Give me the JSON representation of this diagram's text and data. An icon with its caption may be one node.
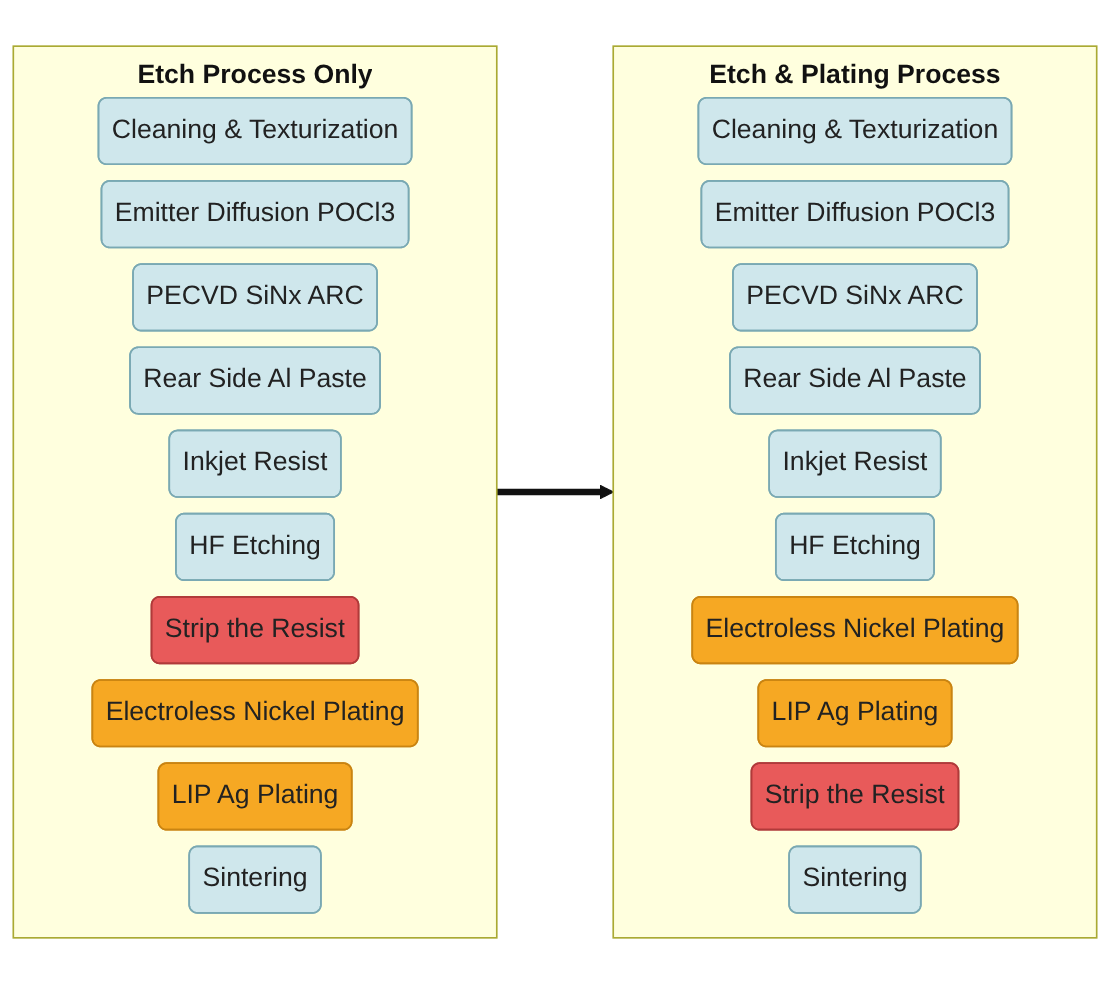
{
  "diagram": {
    "nodes": [
      {
        "text": [
          "Etch Process Only"
        ]
      },
      {
        "text": [
          "Cleaning & Texturization"
        ],
        "in": 0
      },
      {
        "text": [
          "Emitter Diffusion POCl3"
        ],
        "in": 0
      },
      {
        "text": [
          "PECVD SiNx ARC"
        ],
        "in": 0
      },
      {
        "text": [
          "Rear Side Al Paste"
        ],
        "in": 0
      },
      {
        "text": [
          "Inkjet Resist"
        ],
        "in": 0
      },
      {
        "text": [
          "HF Etching"
        ],
        "in": 0
      },
      {
        "text": [
          "Strip the Resist"
        ],
        "in": 0
      },
      {
        "text": [
          "Electroless Nickel Plating"
        ],
        "in": 0
      },
      {
        "text": [
          "LIP Ag Plating"
        ],
        "in": 0
      },
      {
        "text": [
          "Sintering"
        ],
        "in": 0
      },
      {
        "text": [
          "Etch & Plating Process"
        ]
      },
      {
        "text": [
          "Cleaning & Texturization"
        ],
        "in": 11
      },
      {
        "text": [
          "Emitter Diffusion POCl3"
        ],
        "in": 11
      },
      {
        "text": [
          "PECVD SiNx ARC"
        ],
        "in": 11
      },
      {
        "text": [
          "Rear Side Al Paste"
        ],
        "in": 11
      },
      {
        "text": [
          "Inkjet Resist"
        ],
        "in": 11
      },
      {
        "text": [
          "HF Etching"
        ],
        "in": 11
      },
      {
        "text": [
          "Electroless Nickel Plating"
        ],
        "in": 11
      },
      {
        "text": [
          "LIP Ag Plating"
        ],
        "in": 11
      },
      {
        "text": [
          "Strip the Resist"
        ],
        "in": 11
      },
      {
        "text": [
          "Sintering"
        ],
        "in": 11
      }
    ],
    "edges": [
      {
        "from": 0,
        "to": 11,
        "arrow": "to"
      }
    ]
  }
}
